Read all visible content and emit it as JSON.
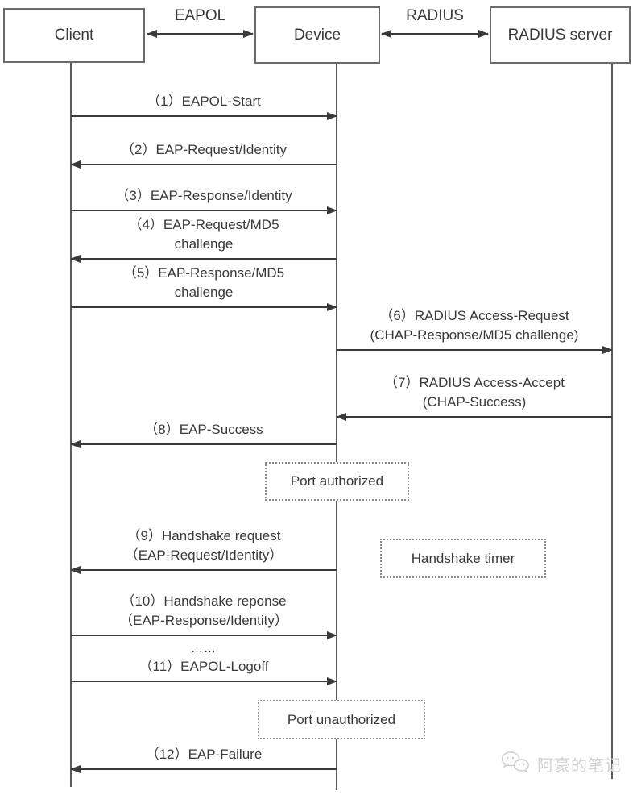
{
  "title": "802.1X EAP / RADIUS authentication sequence diagram",
  "colors": {
    "text": "#3a3a3a",
    "arrow": "#3a3a3a",
    "box_border": "#6b6b6b",
    "note_border": "#8a8a8a",
    "watermark": "#d2d2d2"
  },
  "actors": [
    {
      "id": "client",
      "label": "Client"
    },
    {
      "id": "device",
      "label": "Device"
    },
    {
      "id": "radius_server",
      "label": "RADIUS server"
    }
  ],
  "protocol_links": [
    {
      "between": [
        "Client",
        "Device"
      ],
      "label": "EAPOL"
    },
    {
      "between": [
        "Device",
        "RADIUS server"
      ],
      "label": "RADIUS"
    }
  ],
  "messages": [
    {
      "id": 1,
      "from": "Client",
      "to": "Device",
      "direction": "right",
      "lines": [
        "（1）EAPOL-Start"
      ]
    },
    {
      "id": 2,
      "from": "Device",
      "to": "Client",
      "direction": "left",
      "lines": [
        "（2）EAP-Request/Identity"
      ]
    },
    {
      "id": 3,
      "from": "Client",
      "to": "Device",
      "direction": "right",
      "lines": [
        "（3）EAP-Response/Identity"
      ]
    },
    {
      "id": 4,
      "from": "Device",
      "to": "Client",
      "direction": "left",
      "lines": [
        "（4）EAP-Request/MD5",
        "challenge"
      ]
    },
    {
      "id": 5,
      "from": "Client",
      "to": "Device",
      "direction": "right",
      "lines": [
        "（5）EAP-Response/MD5",
        "challenge"
      ]
    },
    {
      "id": 6,
      "from": "Device",
      "to": "RADIUS server",
      "direction": "right",
      "lines": [
        "（6）RADIUS Access-Request",
        "(CHAP-Response/MD5 challenge)"
      ]
    },
    {
      "id": 7,
      "from": "RADIUS server",
      "to": "Device",
      "direction": "left",
      "lines": [
        "（7）RADIUS Access-Accept",
        "(CHAP-Success)"
      ]
    },
    {
      "id": 8,
      "from": "Device",
      "to": "Client",
      "direction": "left",
      "lines": [
        "（8）EAP-Success"
      ]
    },
    {
      "id": 9,
      "from": "Device",
      "to": "Client",
      "direction": "left",
      "lines": [
        "（9）Handshake request",
        "（EAP-Request/Identity）"
      ]
    },
    {
      "id": 10,
      "from": "Client",
      "to": "Device",
      "direction": "right",
      "lines": [
        "（10）Handshake reponse",
        "（EAP-Response/Identity）"
      ]
    },
    {
      "id": 11,
      "from": "Client",
      "to": "Device",
      "direction": "right",
      "lines": [
        "（11）EAPOL-Logoff"
      ]
    },
    {
      "id": 12,
      "from": "Device",
      "to": "Client",
      "direction": "left",
      "lines": [
        "（12）EAP-Failure"
      ]
    }
  ],
  "ellipsis": "……",
  "notes": [
    {
      "id": "port-authorized",
      "label": "Port authorized"
    },
    {
      "id": "handshake-timer",
      "label": "Handshake timer"
    },
    {
      "id": "port-unauthorized",
      "label": "Port unauthorized"
    }
  ],
  "watermark": {
    "icon": "chat-bubbles-icon",
    "text": "阿豪的笔记"
  }
}
